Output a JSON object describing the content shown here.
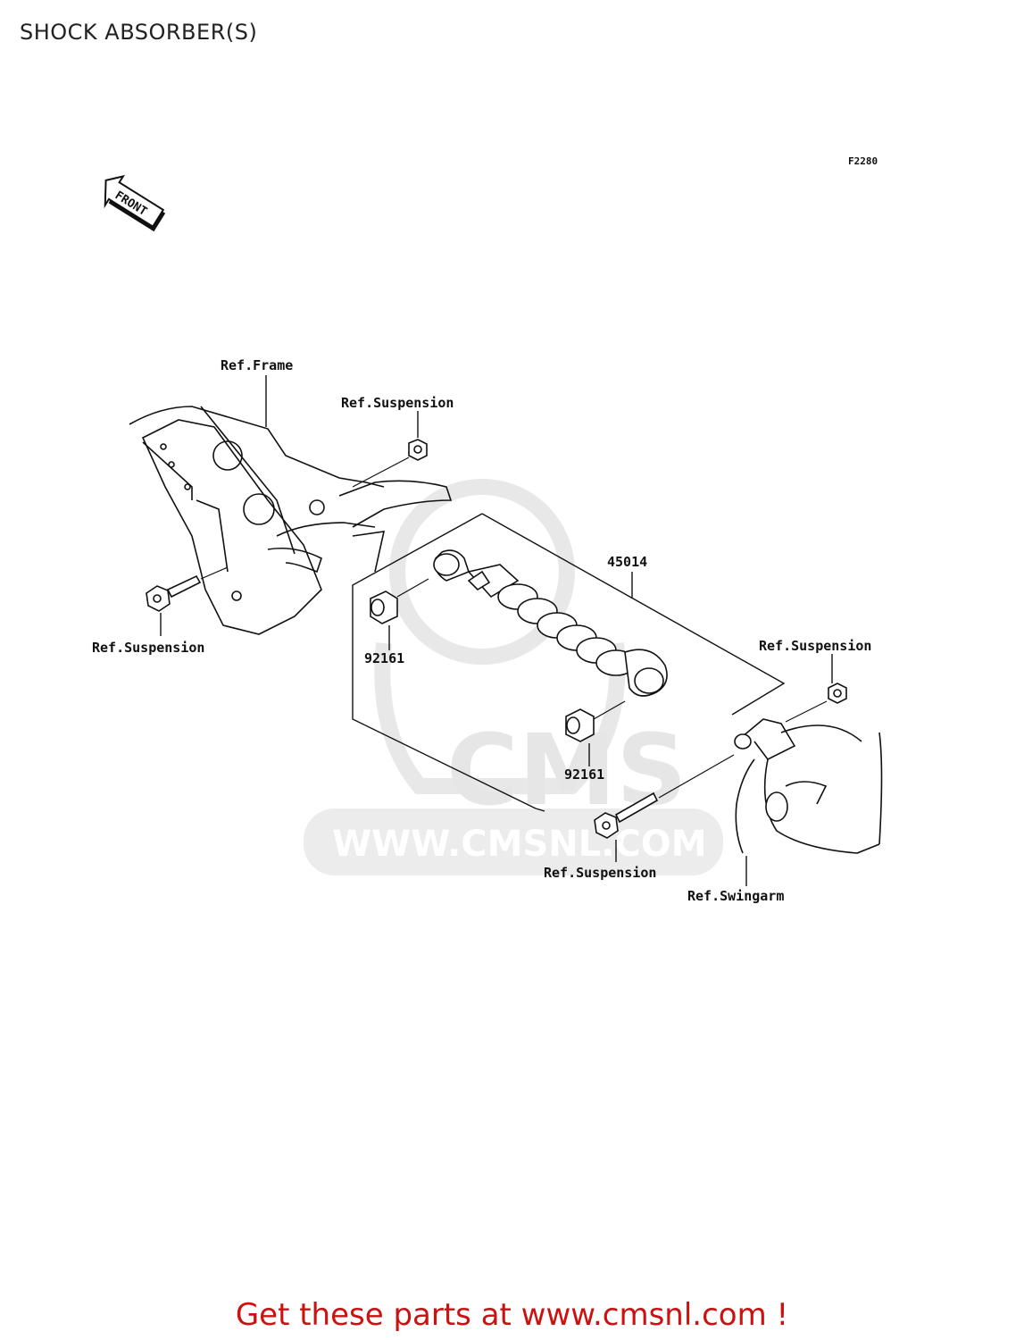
{
  "page": {
    "title": "SHOCK ABSORBER(S)"
  },
  "diagram": {
    "figure_code": "F2280",
    "front_indicator": "FRONT",
    "labels": {
      "ref_frame": "Ref.Frame",
      "ref_suspension_top": "Ref.Suspension",
      "ref_suspension_left": "Ref.Suspension",
      "ref_suspension_right": "Ref.Suspension",
      "ref_suspension_bottom": "Ref.Suspension",
      "ref_swingarm": "Ref.Swingarm"
    },
    "parts": {
      "shock_absorber": "45014",
      "collar_upper": "92161",
      "collar_lower": "92161"
    },
    "watermark": {
      "text": "WWW.CMSNL.COM",
      "logo": "CMS"
    }
  },
  "footer": {
    "promo_text": "Get these parts at www.cmsnl.com !"
  }
}
